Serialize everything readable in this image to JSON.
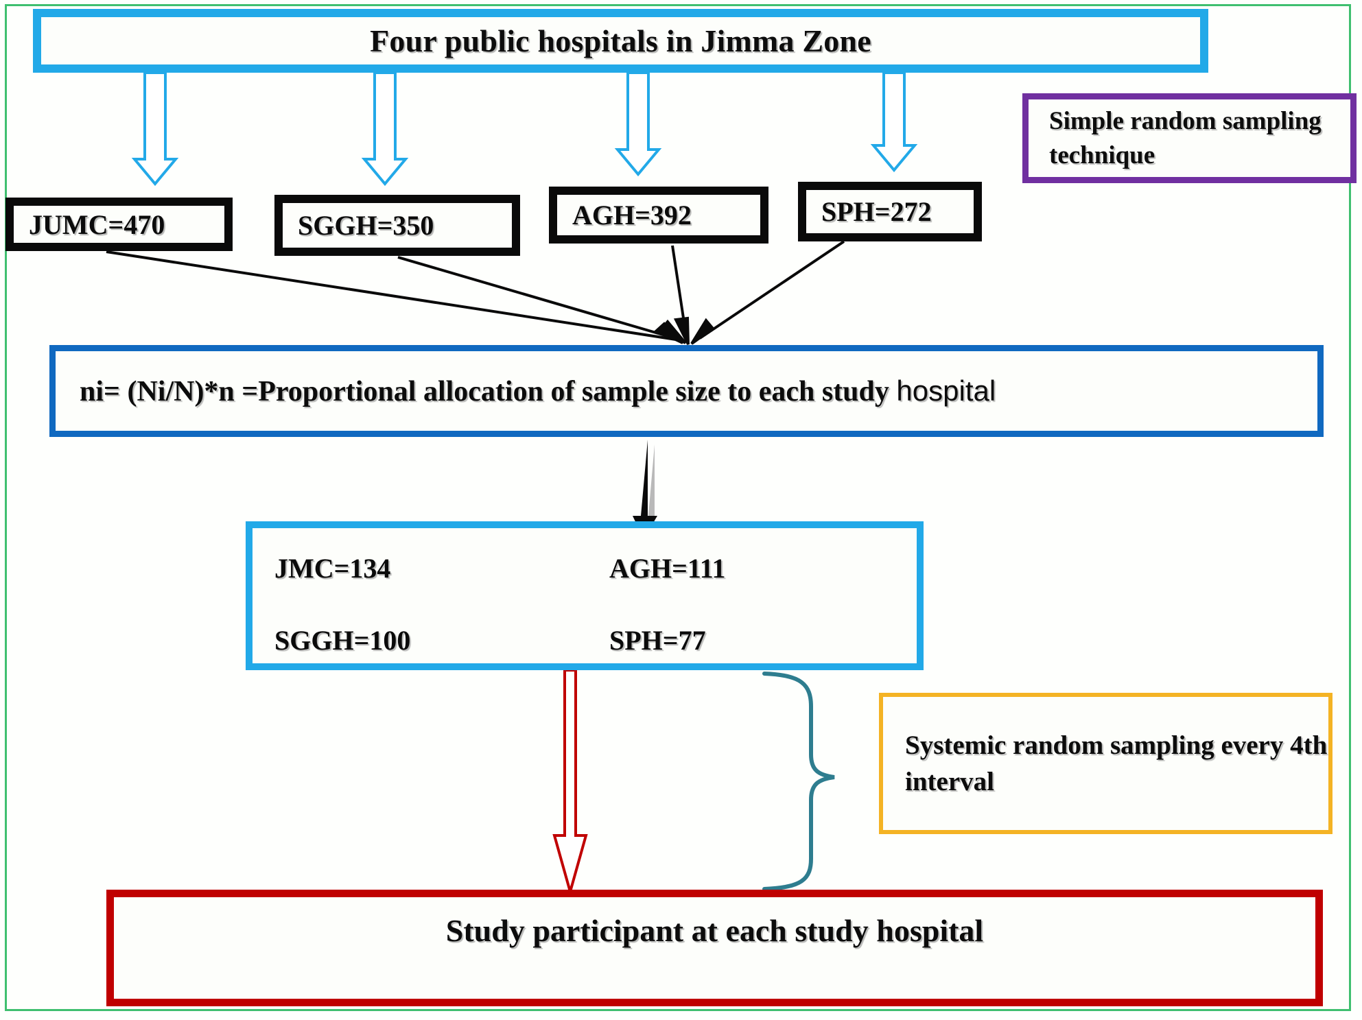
{
  "diagram": {
    "title_box": {
      "label": "Four public hospitals in Jimma Zone",
      "border_color": "#22a9e8"
    },
    "annotation_sampling": {
      "label": "Simple random sampling technique",
      "border_color": "#7030a0"
    },
    "hospitals": [
      {
        "label": "JUMC=470",
        "code": "JUMC",
        "value": 470
      },
      {
        "label": "SGGH=350",
        "code": "SGGH",
        "value": 350
      },
      {
        "label": "AGH=392",
        "code": "AGH",
        "value": 392
      },
      {
        "label": "SPH=272",
        "code": "SPH",
        "value": 272
      }
    ],
    "hospital_box_border_color": "#0a0a0a",
    "formula_box": {
      "label_bold": "ni= (Ni/N)*n =Proportional allocation of sample size to each study ",
      "label_plain": "hospital",
      "border_color": "#1069c0"
    },
    "allocation_box": {
      "border_color": "#22a9e8",
      "cells": [
        {
          "label": "JMC=134",
          "code": "JMC",
          "value": 134
        },
        {
          "label": "AGH=111",
          "code": "AGH",
          "value": 111
        },
        {
          "label": "SGGH=100",
          "code": "SGGH",
          "value": 100
        },
        {
          "label": "SPH=77",
          "code": "SPH",
          "value": 77
        }
      ]
    },
    "annotation_systematic": {
      "label": "Systemic random sampling every 4th interval",
      "border_color": "#f4b324"
    },
    "result_box": {
      "label": "Study participant at each study hospital",
      "border_color": "#c00000"
    },
    "frame_color": "#3fbf6f",
    "brace_color": "#2e7d8f",
    "arrow_colors": {
      "hollow_cyan": "#22a9e8",
      "solid_black": "#0a0a0a",
      "hollow_red": "#c00000"
    }
  }
}
